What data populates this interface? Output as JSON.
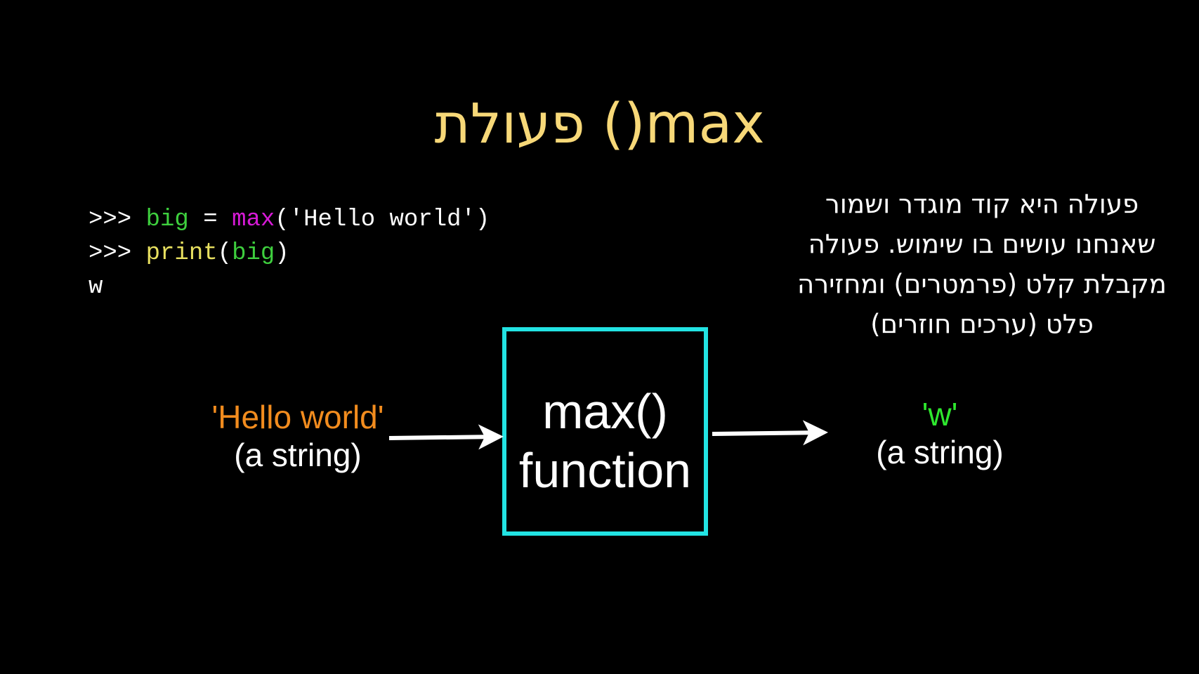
{
  "title": {
    "text": "פעולת ()max",
    "color": "#f7d878"
  },
  "code": {
    "lines": [
      [
        {
          "text": ">>> ",
          "color": "#ffffff"
        },
        {
          "text": "big",
          "color": "#3ecf3e"
        },
        {
          "text": " = ",
          "color": "#ffffff"
        },
        {
          "text": "max",
          "color": "#d61ad6"
        },
        {
          "text": "('Hello world')",
          "color": "#ffffff"
        }
      ],
      [
        {
          "text": ">>> ",
          "color": "#ffffff"
        },
        {
          "text": "print",
          "color": "#e8e060"
        },
        {
          "text": "(",
          "color": "#ffffff"
        },
        {
          "text": "big",
          "color": "#3ecf3e"
        },
        {
          "text": ")",
          "color": "#ffffff"
        }
      ],
      [
        {
          "text": "w",
          "color": "#ffffff"
        }
      ]
    ]
  },
  "description": {
    "lines": [
      "פעולה היא קוד מוגדר ושמור",
      "שאנחנו עושים בו שימוש. פעולה",
      "מקבלת קלט (פרמטרים) ומחזירה",
      "פלט (ערכים חוזרים)"
    ],
    "color": "#ffffff"
  },
  "diagram": {
    "input": {
      "value": "'Hello world'",
      "type": "(a string)",
      "value_color": "#f28c1e",
      "type_color": "#ffffff"
    },
    "function": {
      "line1": "max()",
      "line2": "function",
      "border_color": "#22e3e3"
    },
    "output": {
      "value": "'w'",
      "type": "(a string)",
      "value_color": "#2ee82e",
      "type_color": "#ffffff"
    },
    "arrow_color": "#ffffff"
  }
}
